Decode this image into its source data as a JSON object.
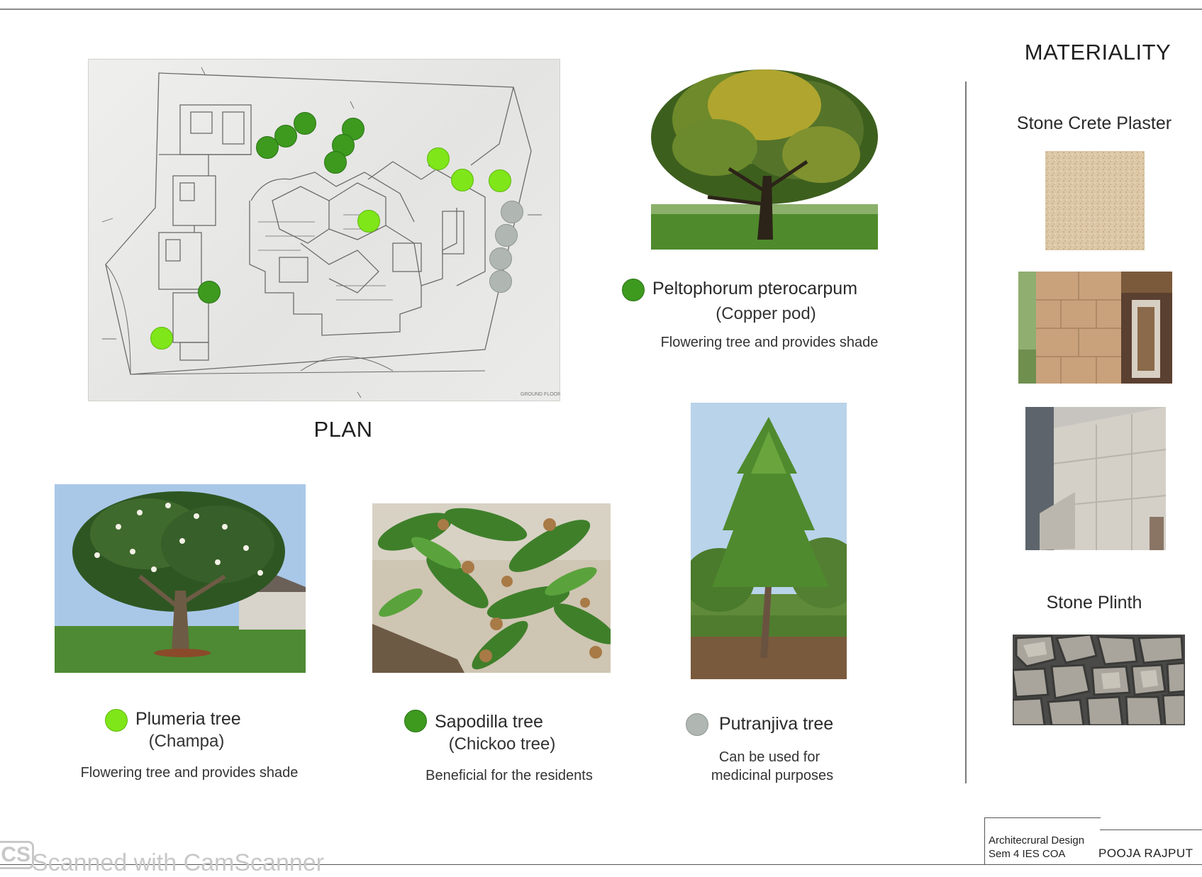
{
  "plan": {
    "caption": "PLAN",
    "corner_note": "GROUND FLOOR PLAN"
  },
  "materiality": {
    "heading": "MATERIALITY",
    "items": [
      {
        "label": "Stone Crete Plaster"
      },
      {
        "label": "Stone Plinth"
      }
    ]
  },
  "trees": {
    "peltophorum": {
      "name": "Peltophorum pterocarpum",
      "common": "(Copper pod)",
      "description": "Flowering tree and provides shade"
    },
    "plumeria": {
      "name": "Plumeria tree",
      "common": "(Champa)",
      "description": "Flowering tree and provides shade"
    },
    "sapodilla": {
      "name": "Sapodilla tree",
      "common": "(Chickoo tree)",
      "description": "Beneficial for the residents"
    },
    "putranjiva": {
      "name": "Putranjiva tree",
      "description_line1": "Can be used for",
      "description_line2": "medicinal purposes"
    }
  },
  "legend_colors": {
    "dark_green": "#3d9a1f",
    "lime_green": "#7fe619",
    "grey": "#b0b7b2"
  },
  "title_block": {
    "course": "Architecrural Design",
    "semester": "Sem 4  IES COA",
    "author": "POOJA RAJPUT"
  },
  "watermark": {
    "logo": "CS",
    "text": "Scanned with CamScanner"
  }
}
